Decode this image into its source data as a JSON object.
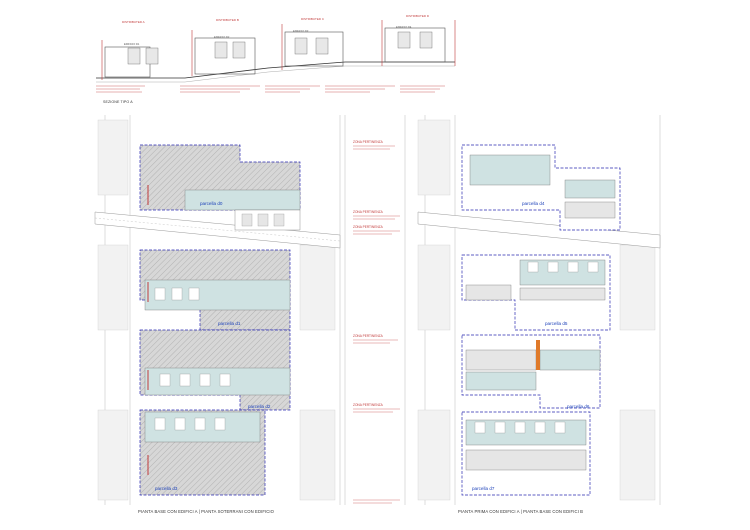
{
  "section": {
    "title": "SEZIONE TIPO A",
    "building_labels": [
      "EDIFICIO D1",
      "EDIFICIO D2",
      "EDIFICIO D3",
      "EDIFICIO D4"
    ],
    "top_labels": [
      "DISTRIBUTED A",
      "DISTRIBUTED B",
      "DISTRIBUTED C",
      "DISTRIBUTED D"
    ]
  },
  "left_plan": {
    "caption": "PIANTA BASE CON EDIFICI A | PIANTA SOTERRANI CON EDIFICIO",
    "parcel_labels": [
      "parcella d0",
      "parcella d1",
      "parcella d2",
      "parcella d3"
    ]
  },
  "right_plan": {
    "caption": "PIANTA PRIMA CON EDIFICI A | PIANTA BASE CON EDIFICI B",
    "parcel_labels": [
      "parcella d4",
      "parcella d5",
      "parcella d6",
      "parcella d7"
    ]
  },
  "notes": {
    "center_notes": [
      "ZONA PERTINENZA",
      "ZONA PERTINENZA",
      "ZONA PERTINENZA",
      "ZONA PERTINENZA",
      "ZONA PERTINENZA"
    ]
  },
  "colors": {
    "hatch_gray": "#c8c8c8",
    "plan_fill": "#dcdcdc",
    "light_blue": "#cfe2e2",
    "dashed_blue": "#2a2ab0",
    "red_line": "#c23b3b",
    "orange_accent": "#e07a2a",
    "guide_gray": "#bdbdbd"
  }
}
